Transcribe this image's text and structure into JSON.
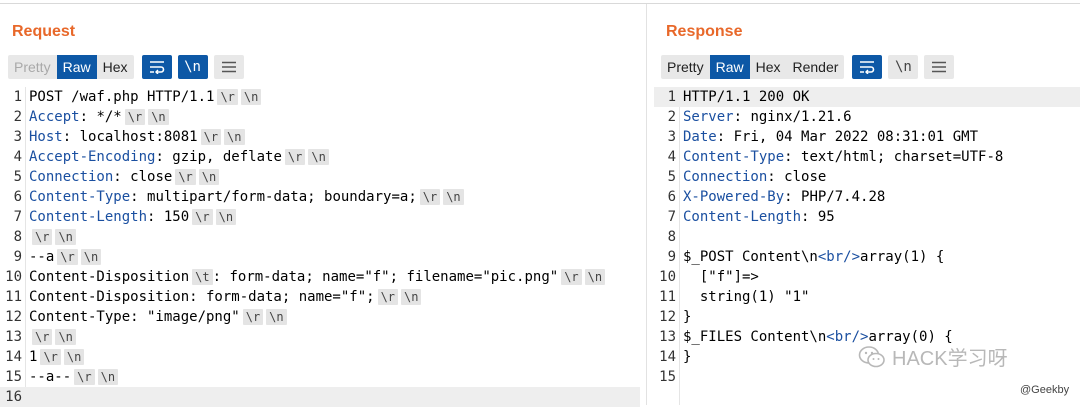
{
  "colors": {
    "title": "#e8682a",
    "active_tab": "#0d58a6",
    "header_name": "#1a4fa0"
  },
  "request": {
    "title": "Request",
    "tabs": [
      {
        "label": "Pretty",
        "state": "disabled"
      },
      {
        "label": "Raw",
        "state": "active"
      },
      {
        "label": "Hex",
        "state": "normal"
      }
    ],
    "icons": [
      "wrap-lines-icon",
      "newline-icon",
      "menu-icon"
    ],
    "newline_glyph": "\\n",
    "lines": [
      {
        "n": "1",
        "name": "",
        "value": "POST /waf.php HTTP/1.1",
        "tokens": [
          "\\r",
          "\\n"
        ]
      },
      {
        "n": "2",
        "name": "Accept",
        "value": " */*",
        "tokens": [
          "\\r",
          "\\n"
        ]
      },
      {
        "n": "3",
        "name": "Host",
        "value": " localhost:8081",
        "tokens": [
          "\\r",
          "\\n"
        ]
      },
      {
        "n": "4",
        "name": "Accept-Encoding",
        "value": " gzip, deflate",
        "tokens": [
          "\\r",
          "\\n"
        ]
      },
      {
        "n": "5",
        "name": "Connection",
        "value": " close",
        "tokens": [
          "\\r",
          "\\n"
        ]
      },
      {
        "n": "6",
        "name": "Content-Type",
        "value": " multipart/form-data; boundary=a;",
        "tokens": [
          "\\r",
          "\\n"
        ]
      },
      {
        "n": "7",
        "name": "Content-Length",
        "value": " 150",
        "tokens": [
          "\\r",
          "\\n"
        ]
      },
      {
        "n": "8",
        "name": "",
        "value": "",
        "tokens": [
          "\\r",
          "\\n"
        ]
      },
      {
        "n": "9",
        "name": "",
        "value": "--a",
        "tokens": [
          "\\r",
          "\\n"
        ]
      },
      {
        "n": "10",
        "name": "",
        "value": "Content-Disposition",
        "mid_token": "\\t",
        "value2": ": form-data; name=\"f\"; filename=\"pic.png\"",
        "tokens": [
          "\\r",
          "\\n"
        ]
      },
      {
        "n": "11",
        "name": "",
        "value": "Content-Disposition: form-data; name=\"f\";",
        "tokens": [
          "\\r",
          "\\n"
        ]
      },
      {
        "n": "12",
        "name": "",
        "value": "Content-Type: \"image/png\"",
        "tokens": [
          "\\r",
          "\\n"
        ]
      },
      {
        "n": "13",
        "name": "",
        "value": "",
        "tokens": [
          "\\r",
          "\\n"
        ]
      },
      {
        "n": "14",
        "name": "",
        "value": "1",
        "tokens": [
          "\\r",
          "\\n"
        ]
      },
      {
        "n": "15",
        "name": "",
        "value": "--a--",
        "tokens": [
          "\\r",
          "\\n"
        ]
      },
      {
        "n": "16",
        "name": "",
        "value": "",
        "tokens": [],
        "current": true
      }
    ]
  },
  "response": {
    "title": "Response",
    "tabs": [
      {
        "label": "Pretty",
        "state": "normal"
      },
      {
        "label": "Raw",
        "state": "active"
      },
      {
        "label": "Hex",
        "state": "normal"
      },
      {
        "label": "Render",
        "state": "normal"
      }
    ],
    "icons": [
      "wrap-lines-icon",
      "newline-icon",
      "menu-icon"
    ],
    "newline_glyph": "\\n",
    "lines": [
      {
        "n": "1",
        "name": "",
        "value": "HTTP/1.1 200 OK",
        "current": true
      },
      {
        "n": "2",
        "name": "Server",
        "value": " nginx/1.21.6"
      },
      {
        "n": "3",
        "name": "Date",
        "value": " Fri, 04 Mar 2022 08:31:01 GMT"
      },
      {
        "n": "4",
        "name": "Content-Type",
        "value": " text/html; charset=UTF-8"
      },
      {
        "n": "5",
        "name": "Connection",
        "value": " close"
      },
      {
        "n": "6",
        "name": "X-Powered-By",
        "value": " PHP/7.4.28"
      },
      {
        "n": "7",
        "name": "Content-Length",
        "value": " 95"
      },
      {
        "n": "8",
        "name": "",
        "value": ""
      },
      {
        "n": "9",
        "name": "",
        "value": "$_POST Content\\n",
        "tag": "<br/>",
        "value2": "array(1) {"
      },
      {
        "n": "10",
        "name": "",
        "value": "  [\"f\"]=>"
      },
      {
        "n": "11",
        "name": "",
        "value": "  string(1) \"1\""
      },
      {
        "n": "12",
        "name": "",
        "value": "}"
      },
      {
        "n": "13",
        "name": "",
        "value": "$_FILES Content\\n",
        "tag": "<br/>",
        "value2": "array(0) {"
      },
      {
        "n": "14",
        "name": "",
        "value": "}"
      },
      {
        "n": "15",
        "name": "",
        "value": ""
      }
    ]
  },
  "watermark": {
    "text": "HACK学习呀",
    "icon": "wechat-icon"
  },
  "credit": "@Geekby"
}
